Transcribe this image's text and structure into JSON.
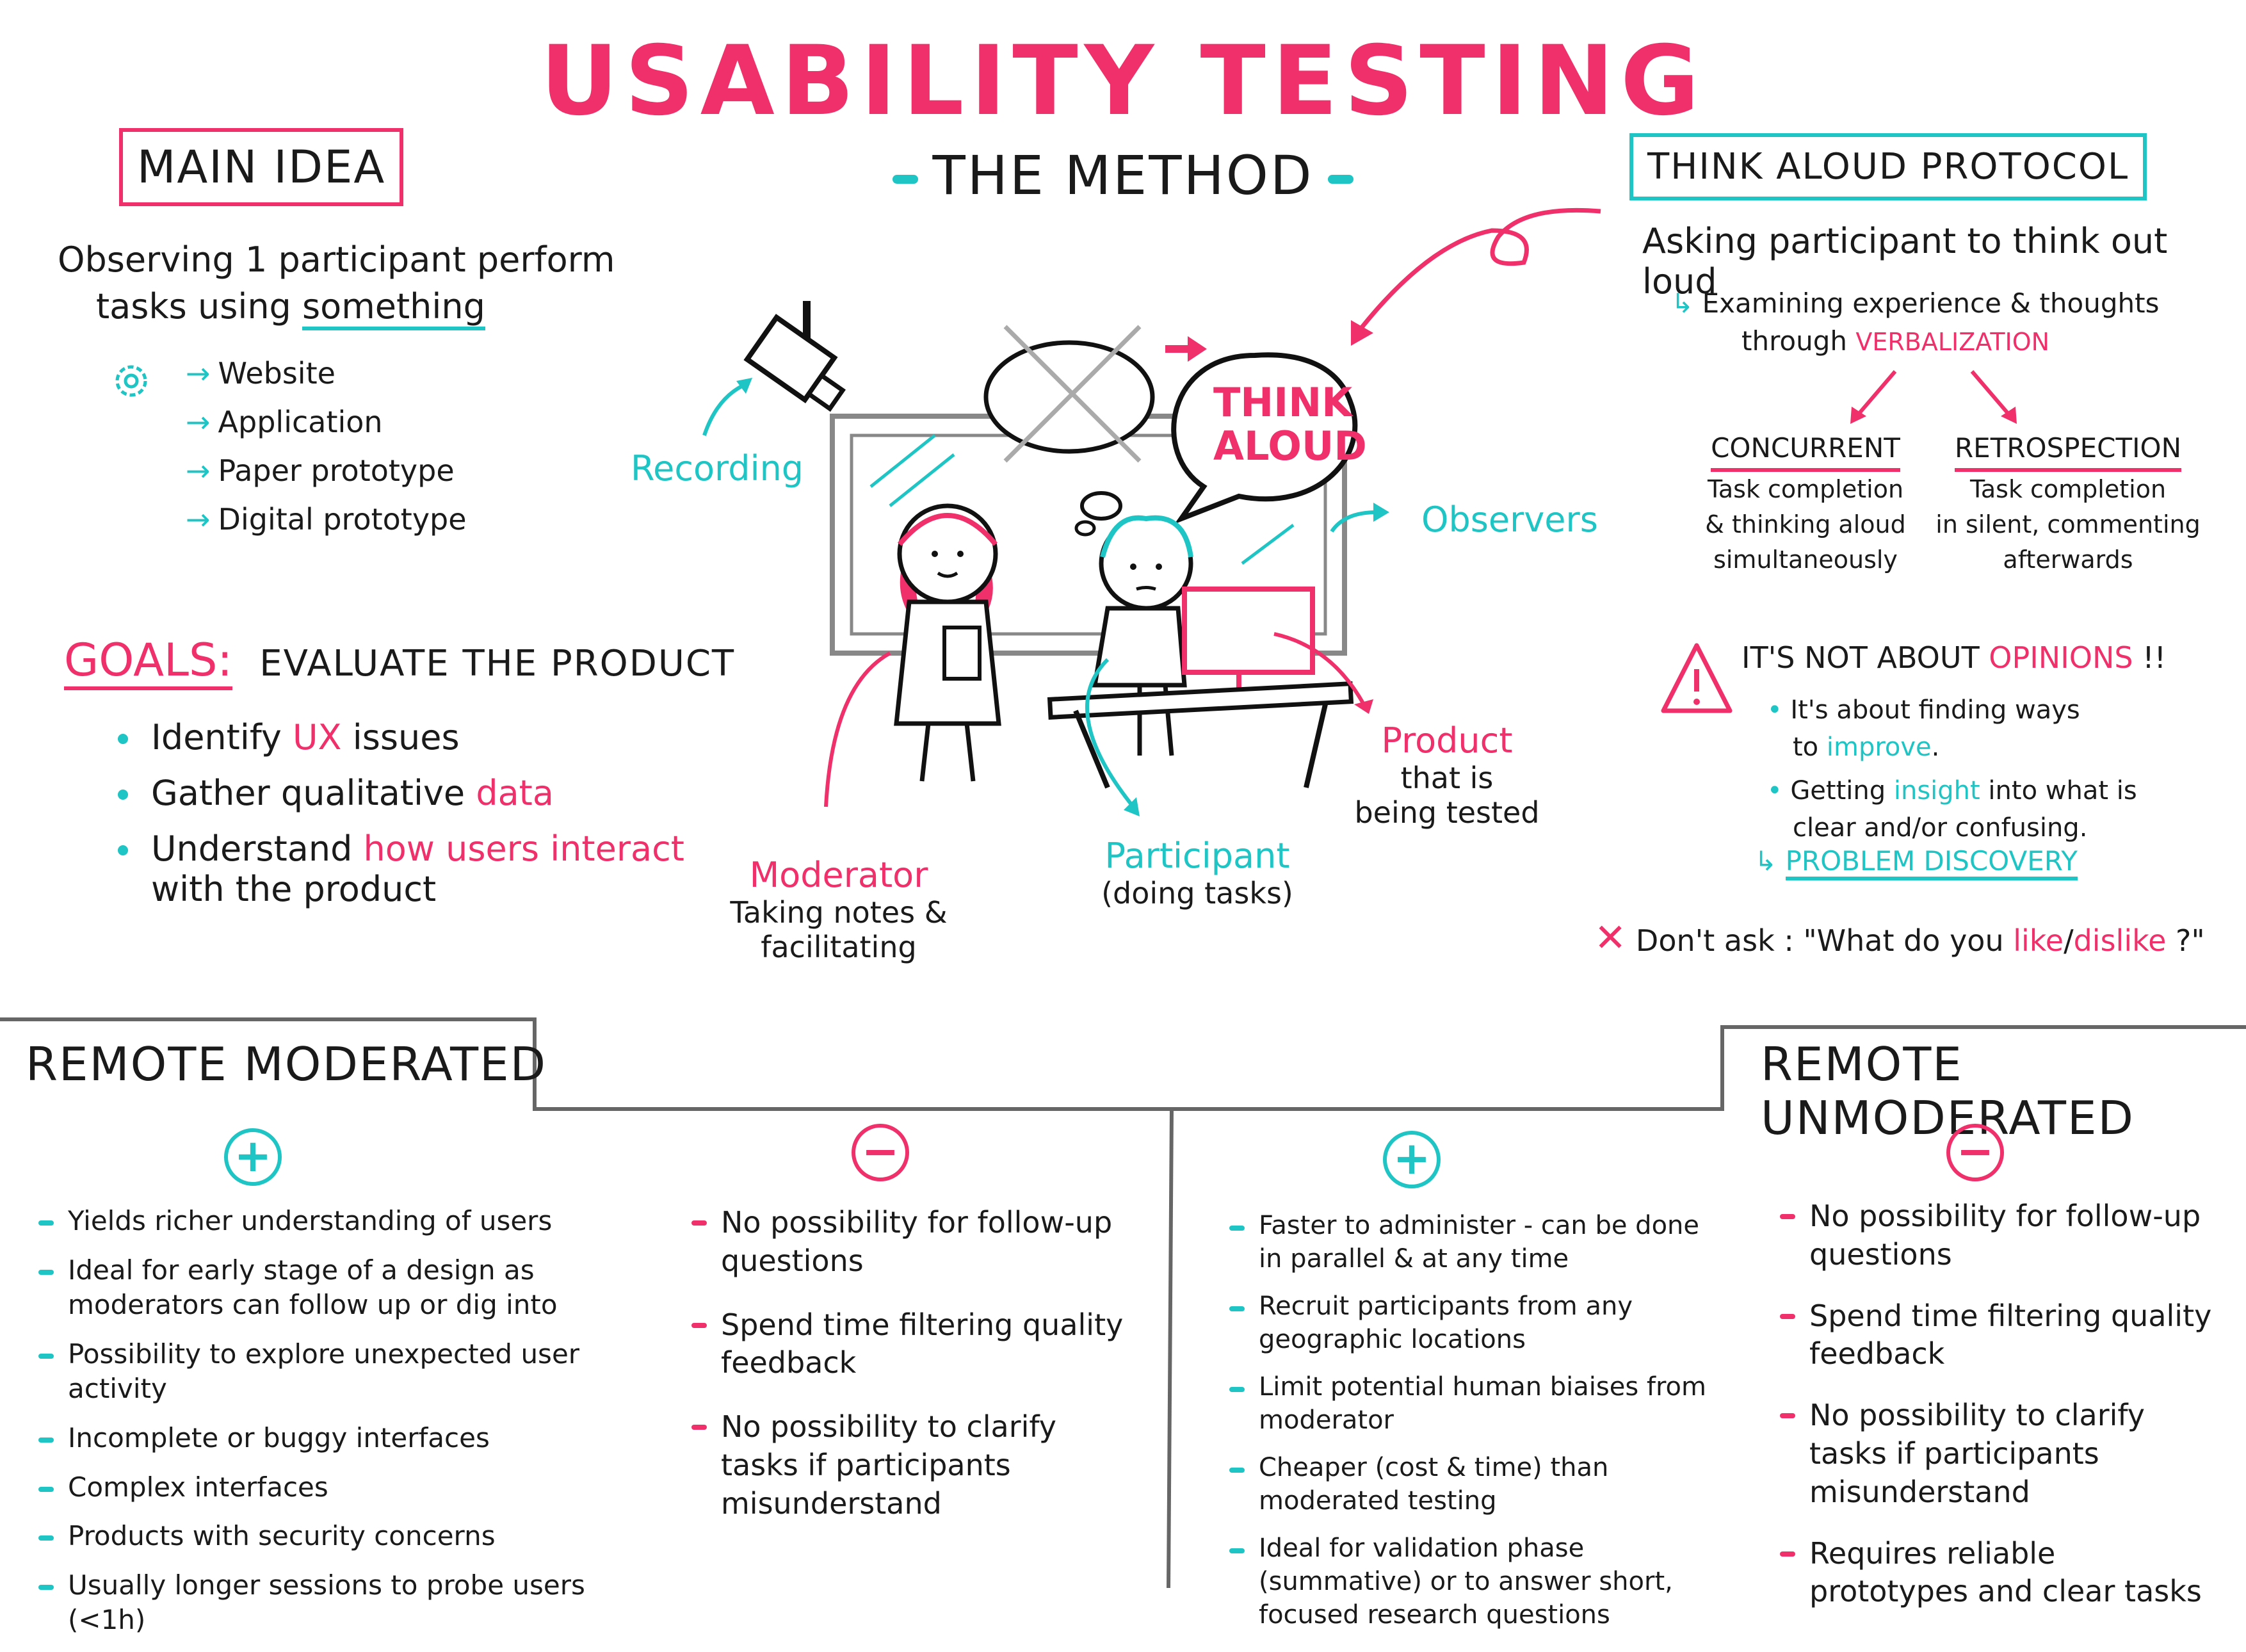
{
  "title": "USABILITY TESTING",
  "subtitle": "THE METHOD",
  "main_idea": {
    "label": "MAIN IDEA",
    "line1": "Observing 1 participant perform",
    "line2a": "tasks using",
    "line2b": "something",
    "tools": [
      "Website",
      "Application",
      "Paper prototype",
      "Digital prototype"
    ]
  },
  "goals": {
    "label": "GOALS:",
    "heading": "EVALUATE THE PRODUCT",
    "items": [
      {
        "pre": "Identify",
        "hl": "UX",
        "post": "issues"
      },
      {
        "pre": "Gather qualitative",
        "hl": "data",
        "post": ""
      },
      {
        "pre": "Understand",
        "hl": "how users interact",
        "post": ""
      }
    ],
    "item3_line2": "with the product"
  },
  "scene": {
    "bubble": "THINK ALOUD",
    "recording": "Recording",
    "observers": "Observers",
    "moderator": "Moderator",
    "moderator_desc1": "Taking notes &",
    "moderator_desc2": "facilitating",
    "participant": "Participant",
    "participant_desc": "(doing tasks)",
    "product": "Product",
    "product_desc1": "that is",
    "product_desc2": "being tested"
  },
  "think_aloud": {
    "label": "THINK ALOUD PROTOCOL",
    "line1": "Asking participant to think out loud",
    "line2": "Examining experience & thoughts",
    "line3a": "through",
    "line3b": "VERBALIZATION",
    "concurrent": {
      "title": "CONCURRENT",
      "l1": "Task completion",
      "l2": "& thinking aloud",
      "l3": "simultaneously"
    },
    "retrospection": {
      "title": "RETROSPECTION",
      "l1": "Task completion",
      "l2": "in silent, commenting",
      "l3": "afterwards"
    }
  },
  "opinions": {
    "heading_a": "IT'S NOT ABOUT",
    "heading_b": "OPINIONS",
    "heading_c": "!!",
    "b1a": "It's about finding ways",
    "b1b": "to",
    "b1c": "improve",
    "b1d": ".",
    "b2a": "Getting",
    "b2b": "insight",
    "b2c": "into what is",
    "b2d": "clear and/or confusing.",
    "discovery": "PROBLEM DISCOVERY",
    "dont_a": "Don't ask : \"What do you",
    "dont_like": "like",
    "dont_sep": "/",
    "dont_dislike": "dislike",
    "dont_end": "?\""
  },
  "remote_moderated": {
    "label": "REMOTE MODERATED",
    "plus": "+",
    "minus": "−",
    "pros": [
      "Yields richer understanding of users",
      "Ideal for early stage of a design as moderators can follow up or dig into",
      "Possibility to explore unexpected user activity",
      "Incomplete or buggy interfaces",
      "Complex interfaces",
      "Products with security concerns",
      "Usually longer sessions to probe users (<1h)"
    ],
    "cons": [
      "No possibility for follow-up questions",
      "Spend time filtering quality feedback",
      "No possibility to clarify tasks if participants misunderstand"
    ]
  },
  "remote_unmoderated": {
    "label": "REMOTE UNMODERATED",
    "plus": "+",
    "minus": "−",
    "pros": [
      "Faster to administer - can be done in parallel & at any time",
      "Recruit participants from any geographic locations",
      "Limit potential human biaises from moderator",
      "Cheaper (cost & time) than moderated testing",
      "Ideal for validation phase (summative) or to answer short, focused research questions"
    ],
    "cons": [
      "No possibility for follow-up questions",
      "Spend time filtering quality feedback",
      "No possibility to clarify tasks if participants misunderstand",
      "Requires reliable prototypes and clear tasks"
    ]
  }
}
